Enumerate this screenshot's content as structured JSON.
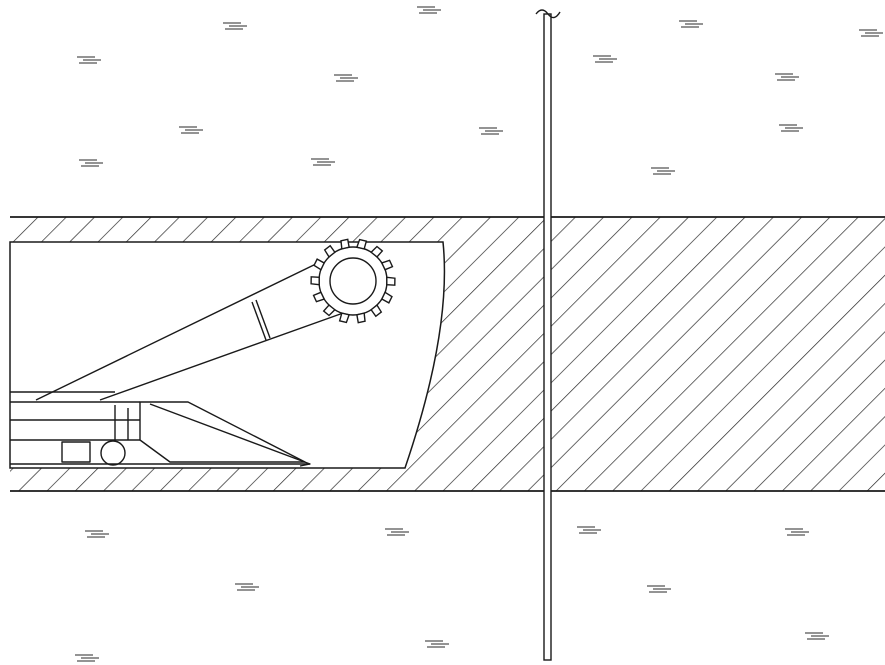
{
  "colors": {
    "background": "#ffffff",
    "ink": "#1a1a1a",
    "hatch": "#2a2a2a",
    "dash": "#555555"
  },
  "elements": {
    "rock_symbol": "rock-stratum-dash-marks",
    "seam_hatch": "diagonal-hatching",
    "machine": "shearer-loader",
    "drum": "cutting-drum-with-picks",
    "borehole": "vertical-borehole-rod",
    "break_symbol": "break-line-wave"
  }
}
